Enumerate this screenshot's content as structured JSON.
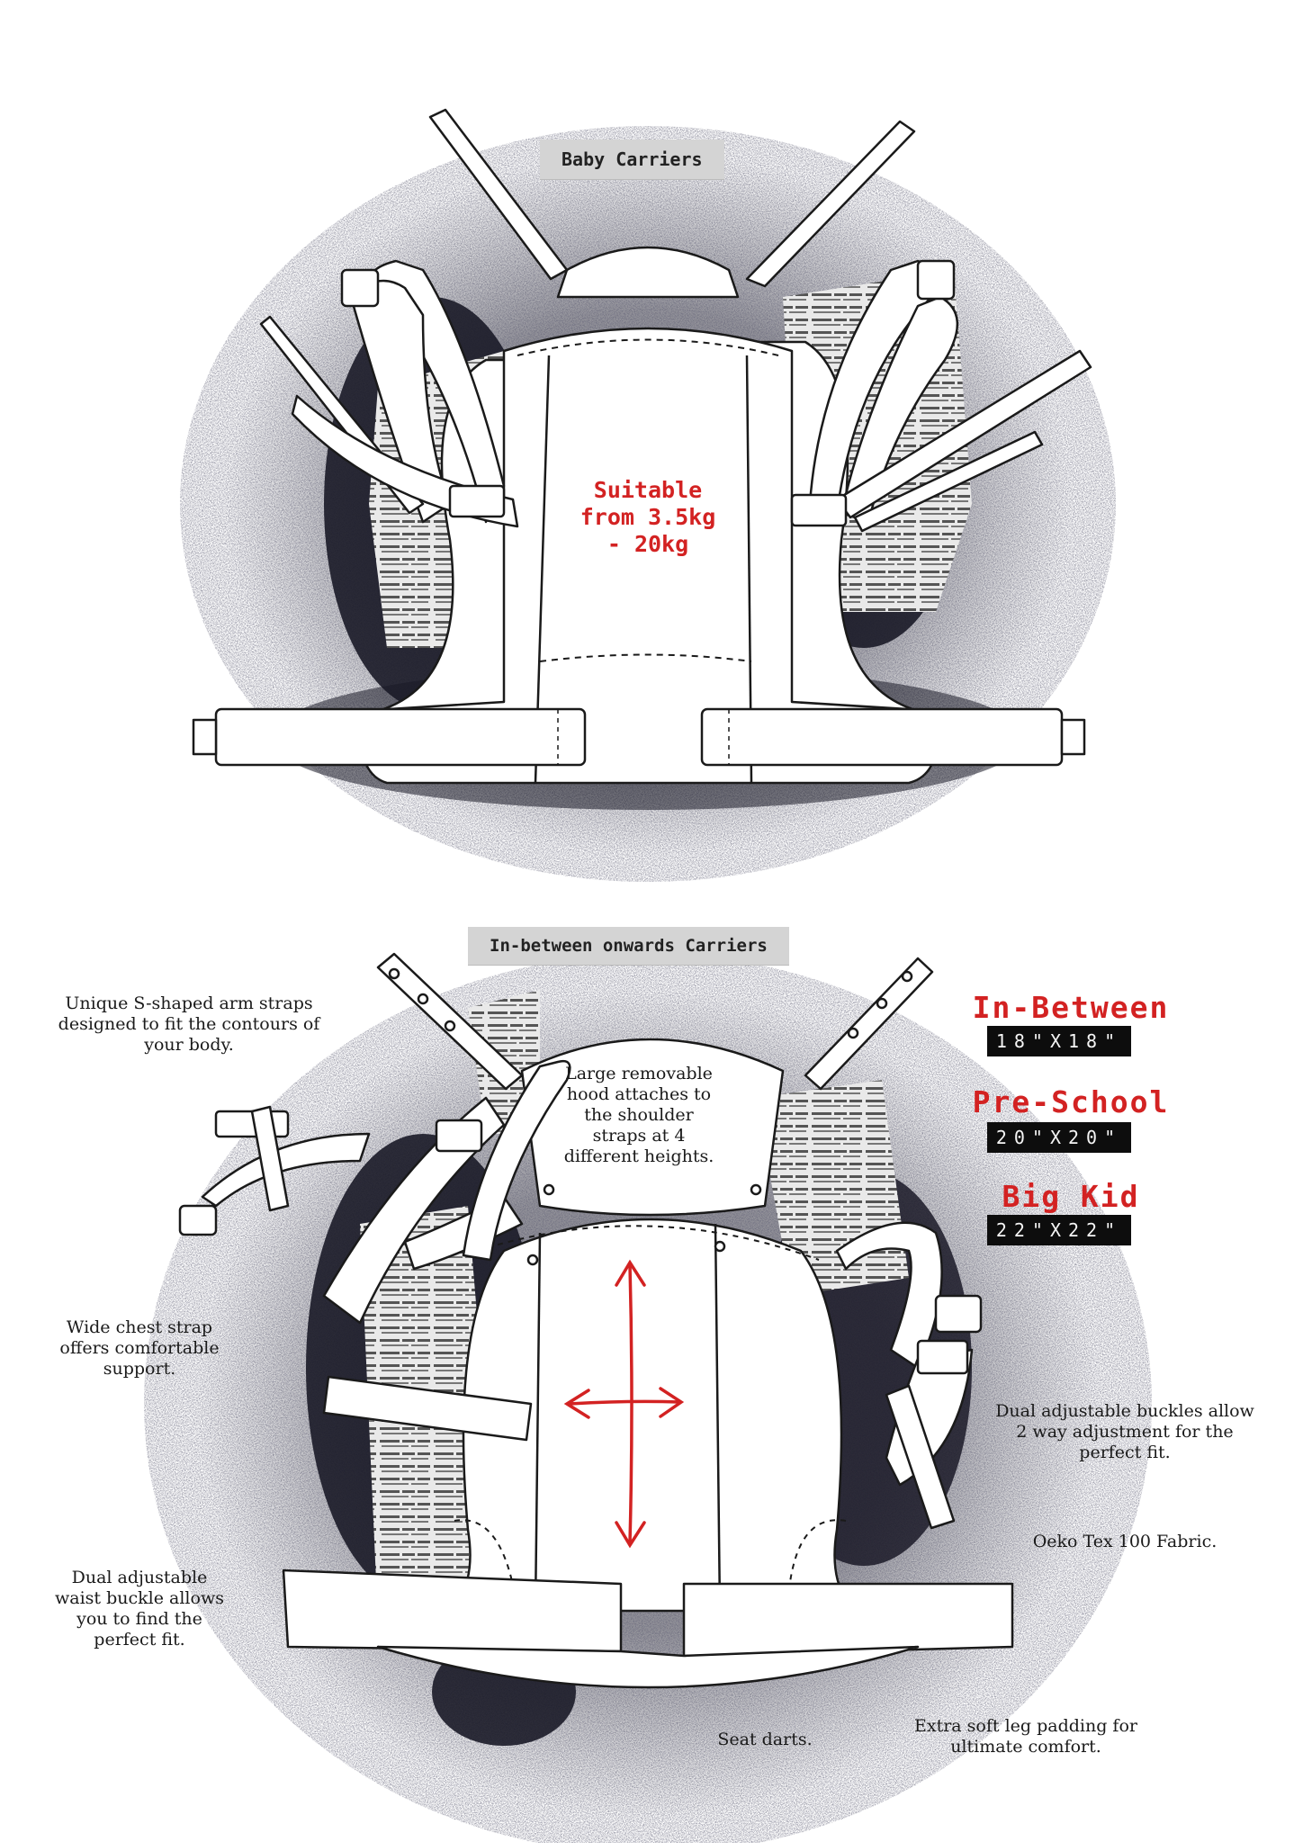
{
  "tags": {
    "baby": "Baby Carriers",
    "inbetween": "In-between onwards Carriers"
  },
  "suitable": [
    "Suitable",
    "from 3.5kg",
    "- 20kg"
  ],
  "sizes": [
    {
      "name": "In-Between",
      "dims": "18\"X18\""
    },
    {
      "name": "Pre-School",
      "dims": "20\"X20\""
    },
    {
      "name": "Big Kid",
      "dims": "22\"X22\""
    }
  ],
  "features": {
    "arm_straps": [
      "Unique S-shaped arm straps",
      "designed to fit the contours of",
      "your body."
    ],
    "hood": [
      "Large removable",
      "hood attaches to",
      "the shoulder",
      "straps at 4",
      "different heights."
    ],
    "chest_strap": [
      "Wide chest strap",
      "offers comfortable",
      "support."
    ],
    "dual_buckles": [
      "Dual adjustable buckles allow",
      "2 way adjustment for the",
      "perfect fit."
    ],
    "fabric": [
      "Oeko Tex 100 Fabric."
    ],
    "waist_buckle": [
      "Dual adjustable",
      "waist buckle allows",
      "you to find the",
      "perfect fit."
    ],
    "seat_darts": [
      "Seat darts."
    ],
    "leg_padding": [
      "Extra soft leg padding for",
      "ultimate comfort."
    ]
  },
  "colors": {
    "accent_red": "#d32222",
    "ink": "#1a1a1a",
    "spray": "#1c1b2a"
  },
  "icons": [
    "baby-carrier-front-illustration",
    "inbetween-carrier-front-illustration",
    "adjust-arrows-icon"
  ]
}
